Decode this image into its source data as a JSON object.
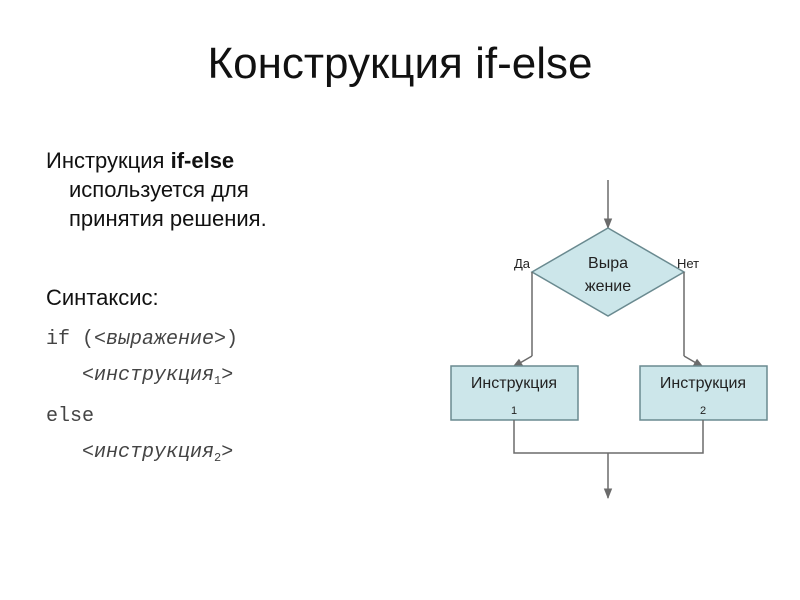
{
  "slide": {
    "title": "Конструкция if-else",
    "description": {
      "prefix": "Инструкция ",
      "keyword": "if-else",
      "line2": "используется для",
      "line3": "принятия решения."
    },
    "syntax_label": "Синтаксис:",
    "code": {
      "line1_prefix": "if (",
      "line1_expr": "<выражение>",
      "line1_suffix": ")",
      "line2_stmt": "<инструкция",
      "line2_sub": "1",
      "line2_close": ">",
      "line3": "else",
      "line4_stmt": "<инструкция",
      "line4_sub": "2",
      "line4_close": ">"
    }
  },
  "flowchart": {
    "decision": {
      "line1": "Выра",
      "line2": "жение"
    },
    "yes_label": "Да",
    "no_label": "Нет",
    "box_left": {
      "label": "Инструкция",
      "index": "1"
    },
    "box_right": {
      "label": "Инструкция",
      "index": "2"
    },
    "colors": {
      "fill": "#cce6ea",
      "stroke": "#6a8a90",
      "line": "#6b6b6b"
    }
  }
}
